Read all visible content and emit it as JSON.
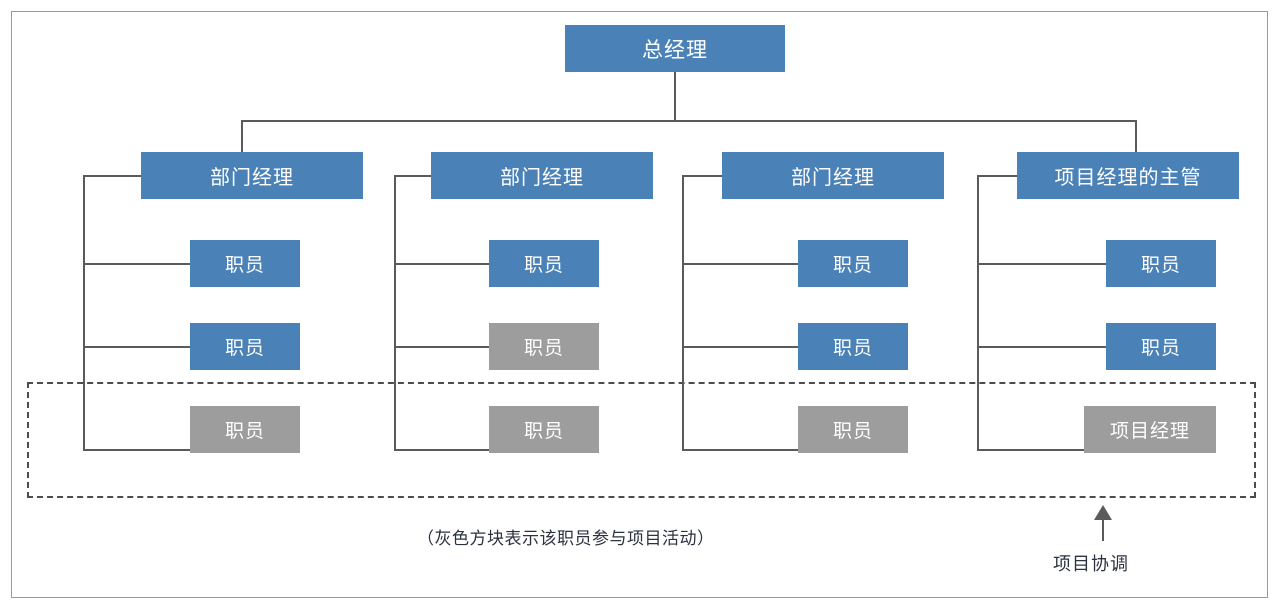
{
  "diagram": {
    "title_text": "总经理",
    "top_node": {
      "label": "总经理",
      "style": "blue"
    },
    "columns": [
      {
        "head": {
          "label": "部门经理",
          "style": "blue"
        },
        "nodes": [
          {
            "label": "职员",
            "style": "blue"
          },
          {
            "label": "职员",
            "style": "blue"
          },
          {
            "label": "职员",
            "style": "gray"
          }
        ]
      },
      {
        "head": {
          "label": "部门经理",
          "style": "blue"
        },
        "nodes": [
          {
            "label": "职员",
            "style": "blue"
          },
          {
            "label": "职员",
            "style": "gray"
          },
          {
            "label": "职员",
            "style": "gray"
          }
        ]
      },
      {
        "head": {
          "label": "部门经理",
          "style": "blue"
        },
        "nodes": [
          {
            "label": "职员",
            "style": "blue"
          },
          {
            "label": "职员",
            "style": "blue"
          },
          {
            "label": "职员",
            "style": "gray"
          }
        ]
      },
      {
        "head": {
          "label": "项目经理的主管",
          "style": "blue"
        },
        "nodes": [
          {
            "label": "职员",
            "style": "blue"
          },
          {
            "label": "职员",
            "style": "blue"
          },
          {
            "label": "项目经理",
            "style": "gray"
          }
        ]
      }
    ],
    "caption": "（灰色方块表示该职员参与项目活动）",
    "annotation": "项目协调",
    "colors": {
      "blue": "#4a82b8",
      "gray": "#9d9d9d",
      "line": "#5a5a5a",
      "dashed": "#4c4c4c",
      "frame": "#9a9a9a",
      "text_on_fill": "#ffffff",
      "text_dark": "#2b3340"
    }
  }
}
